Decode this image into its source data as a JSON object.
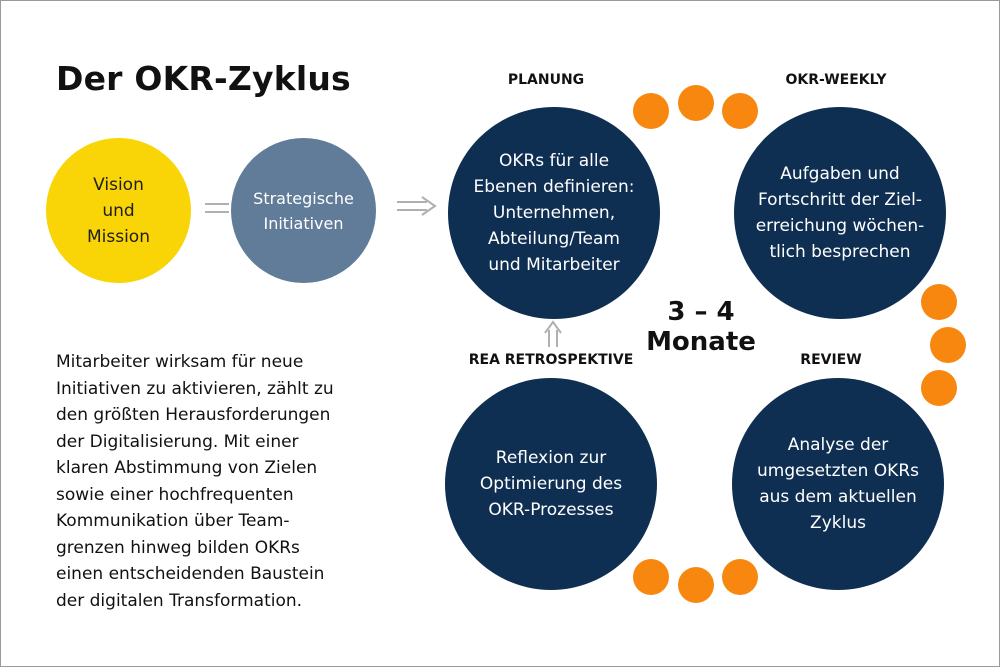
{
  "title": "Der OKR-Zyklus",
  "vision": "Vision\nund\nMission",
  "strategic": "Strategische\nInitiativen",
  "cycle": {
    "duration_line1": "3 – 4",
    "duration_line2": "Monate",
    "stages": [
      {
        "label": "PLANUNG",
        "text": "OKRs für alle\nEbenen definieren:\nUnternehmen,\nAbteilung/Team\nund Mitarbeiter"
      },
      {
        "label": "OKR-WEEKLY",
        "text": "Aufgaben und\nFortschritt der Ziel-\nerreichung wöchen-\ntlich besprechen"
      },
      {
        "label": "REVIEW",
        "text": "Analyse der\numgesetzten OKRs\naus dem aktuellen\nZyklus"
      },
      {
        "label": "REA RETROSPEKTIVE",
        "text": "Reflexion zur\nOptimierung des\nOKR-Prozesses"
      }
    ]
  },
  "body": "Mitarbeiter wirksam für neue\nInitiativen zu aktivieren, zählt zu\nden größten Herausforderungen\nder Digitalisierung. Mit einer\nklaren Abstimmung von Zielen\nsowie einer hochfrequenten\nKommunikation über Team-\ngrenzen hinweg bilden OKRs\neinen entscheidenden Baustein\nder digitalen Transformation.",
  "colors": {
    "yellow": "#f9d406",
    "slate": "#607c98",
    "navy": "#0f2f52",
    "orange": "#f7870f",
    "arrow": "#b0b0b0"
  }
}
